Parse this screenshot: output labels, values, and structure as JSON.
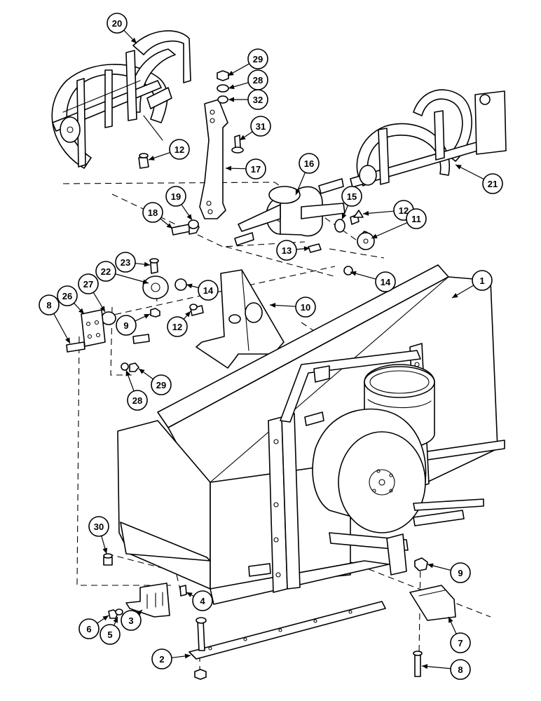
{
  "callouts": [
    {
      "id": "c20",
      "label": "20"
    },
    {
      "id": "c29a",
      "label": "29"
    },
    {
      "id": "c28a",
      "label": "28"
    },
    {
      "id": "c32",
      "label": "32"
    },
    {
      "id": "c31",
      "label": "31"
    },
    {
      "id": "c12a",
      "label": "12"
    },
    {
      "id": "c17",
      "label": "17"
    },
    {
      "id": "c16",
      "label": "16"
    },
    {
      "id": "c21",
      "label": "21"
    },
    {
      "id": "c19",
      "label": "19"
    },
    {
      "id": "c18",
      "label": "18"
    },
    {
      "id": "c15",
      "label": "15"
    },
    {
      "id": "c12b",
      "label": "12"
    },
    {
      "id": "c11",
      "label": "11"
    },
    {
      "id": "c13",
      "label": "13"
    },
    {
      "id": "c23",
      "label": "23"
    },
    {
      "id": "c22",
      "label": "22"
    },
    {
      "id": "c14a",
      "label": "14"
    },
    {
      "id": "c14b",
      "label": "14"
    },
    {
      "id": "c1",
      "label": "1"
    },
    {
      "id": "c26",
      "label": "26"
    },
    {
      "id": "c27",
      "label": "27"
    },
    {
      "id": "c10",
      "label": "10"
    },
    {
      "id": "c8a",
      "label": "8"
    },
    {
      "id": "c12c",
      "label": "12"
    },
    {
      "id": "c9a",
      "label": "9"
    },
    {
      "id": "c29b",
      "label": "29"
    },
    {
      "id": "c28b",
      "label": "28"
    },
    {
      "id": "c30",
      "label": "30"
    },
    {
      "id": "c9b",
      "label": "9"
    },
    {
      "id": "c4",
      "label": "4"
    },
    {
      "id": "c6",
      "label": "6"
    },
    {
      "id": "c5",
      "label": "5"
    },
    {
      "id": "c3",
      "label": "3"
    },
    {
      "id": "c7",
      "label": "7"
    },
    {
      "id": "c2",
      "label": "2"
    },
    {
      "id": "c8b",
      "label": "8"
    }
  ]
}
